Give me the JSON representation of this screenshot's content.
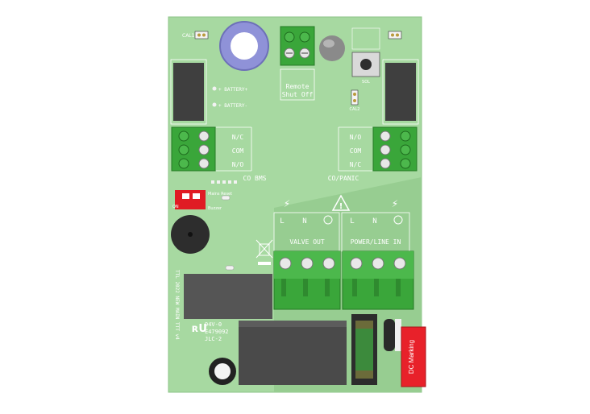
{
  "board": {
    "colors": {
      "pcb": "#a7d9a1",
      "pcb_shade": "#97cd91",
      "silk": "#ffffff",
      "terminal": "#3aa63a",
      "relay": "#4a4a4a",
      "dip": "#e01b24",
      "dc_marker": "#e8212a"
    },
    "labels": {
      "cal1": "CAL1",
      "cal2": "CAL2",
      "sol": "SOL",
      "battery_plus": "+ BATTERY+",
      "battery_minus": "+ BATTERY-",
      "remote": "Remote",
      "shut_off": "Shut Off",
      "left_nc": "N/C",
      "left_com": "COM",
      "left_no": "N/O",
      "left_group": "CO BMS",
      "right_no": "N/O",
      "right_com": "COM",
      "right_nc": "N/C",
      "right_group": "CO/PANIC",
      "dip_on": "ON",
      "mains_reset": "Mains Reset",
      "buzzer": "Buzzer",
      "valve_l": "L",
      "valve_n": "N",
      "power_l": "L",
      "power_n": "N",
      "valve_out": "VALVE OUT",
      "power_line_in": "POWER/LINE IN",
      "rating": "94V-0",
      "ul_number": "E479092",
      "jlc": "JLC-2",
      "side_text": "TTL 2022 NEW MAIN TTT v4",
      "dc_marking": "DC Marking"
    }
  }
}
